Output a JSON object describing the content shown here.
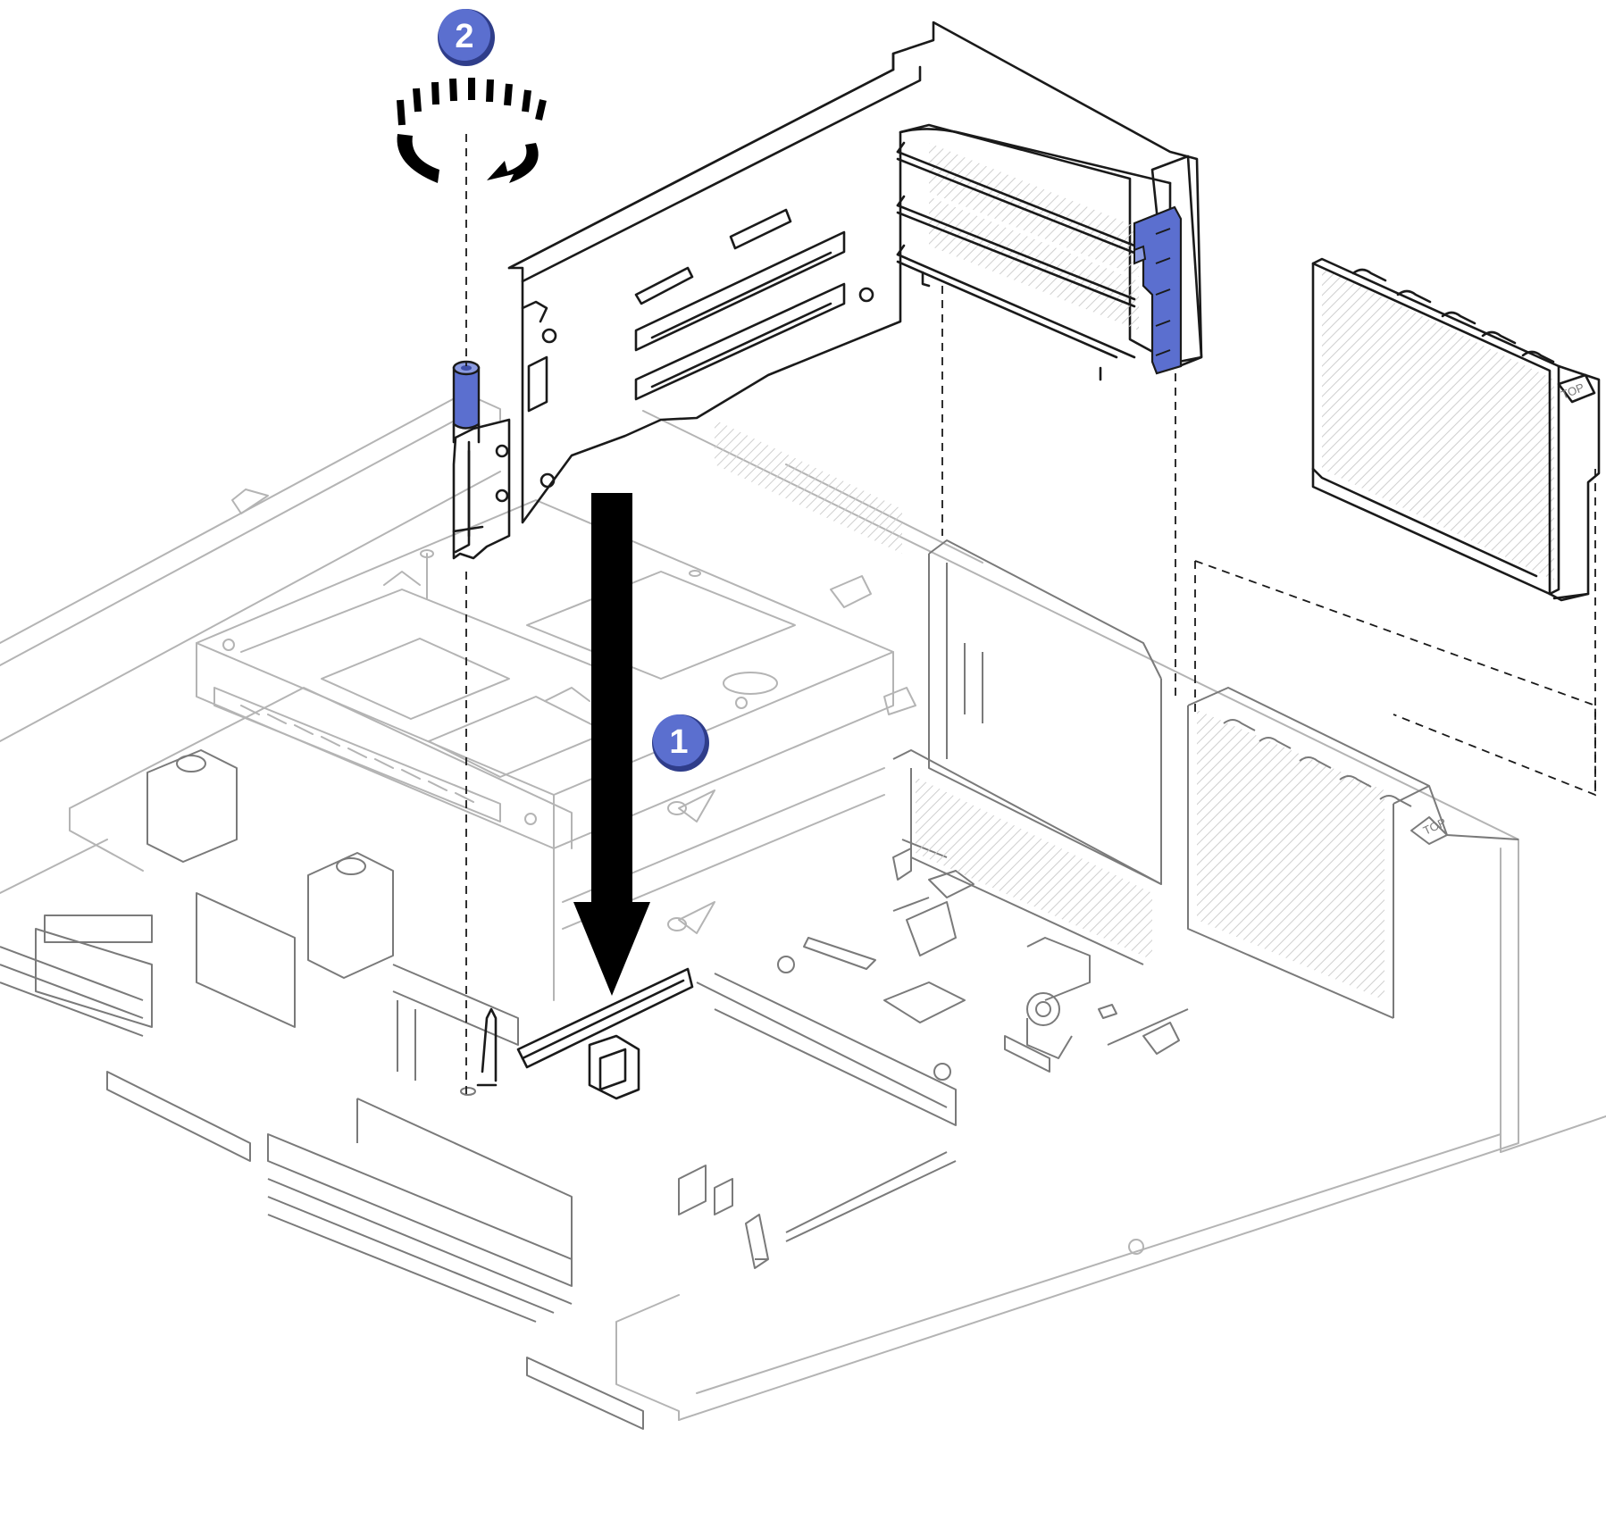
{
  "callouts": [
    {
      "id": "1",
      "label": "1",
      "action": "arrow-down"
    },
    {
      "id": "2",
      "label": "2",
      "action": "rotate-clockwise"
    }
  ],
  "filler_label": "TOP",
  "colors": {
    "callout_fill": "#5b6fcf",
    "callout_shadow": "#2f3d8a",
    "latch_blue": "#5b6fcf",
    "bracket_fill": "#e2e2e2",
    "stripe": "#d8d8d8",
    "line_dark": "#1a1a1a",
    "line_faint": "#b4b4b4"
  },
  "icons": [
    "down-arrow-icon",
    "rotate-clockwise-icon"
  ]
}
